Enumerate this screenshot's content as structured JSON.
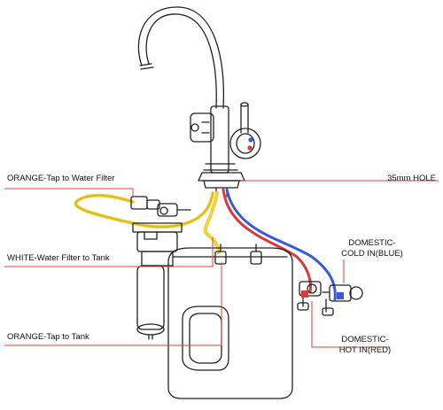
{
  "labels": {
    "orange_tap_filter": "ORANGE-Tap to Water Filter",
    "white_filter_tank": "WHITE-Water Filter to Tank",
    "orange_tap_tank": "ORANGE-Tap to Tank",
    "hole": "35mm HOLE",
    "domestic_cold_1": "DOMESTIC-",
    "domestic_cold_2": "COLD IN(BLUE)",
    "domestic_hot_1": "DOMESTIC-",
    "domestic_hot_2": "HOT IN(RED)"
  },
  "colors": {
    "leader": "#e0403a",
    "pipe_orange": "#f2d23a",
    "pipe_blue": "#3b5bd6",
    "pipe_red": "#d93a3a",
    "outline": "#222222"
  }
}
